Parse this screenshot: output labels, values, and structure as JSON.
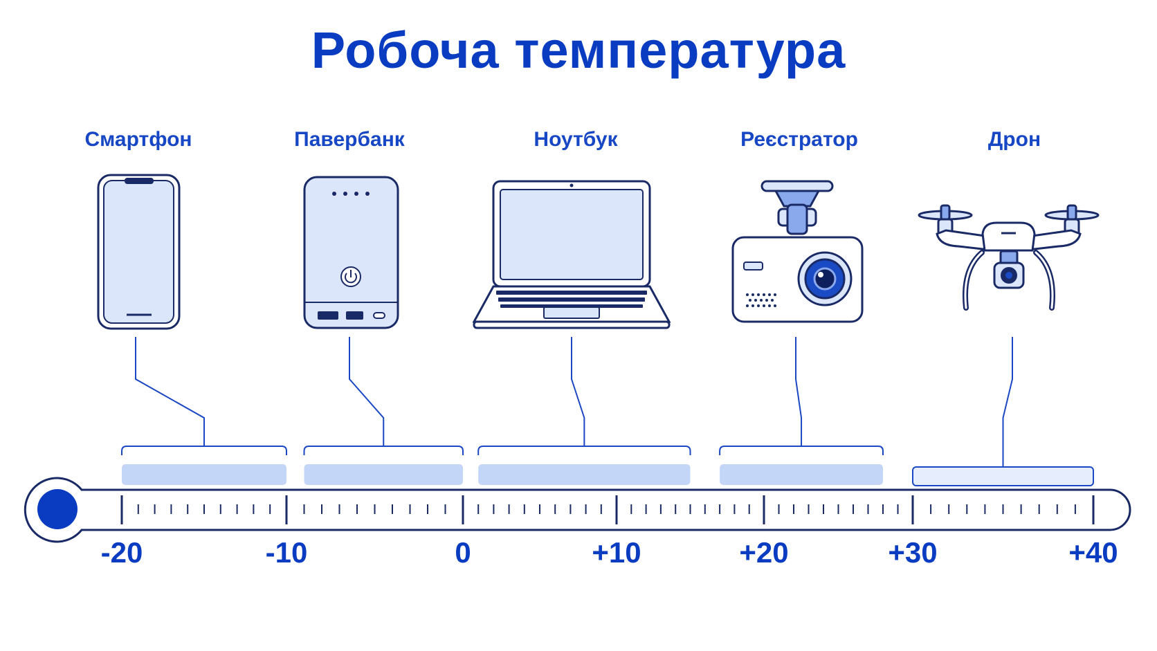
{
  "title": "Робоча температура",
  "colors": {
    "primary": "#0a3cc2",
    "outline": "#1a2a66",
    "fill": "#dbe6fb",
    "band": "#c4d6f8",
    "band_light": "#e6eefd"
  },
  "scale": {
    "min": -20,
    "max": 40,
    "major_step": 10,
    "ticks": [
      {
        "value": -20,
        "label": "-20"
      },
      {
        "value": -10,
        "label": "-10"
      },
      {
        "value": 0,
        "label": "0"
      },
      {
        "value": 10,
        "label": "+10"
      },
      {
        "value": 20,
        "label": "+20"
      },
      {
        "value": 30,
        "label": "+30"
      },
      {
        "value": 40,
        "label": "+40"
      }
    ]
  },
  "devices": [
    {
      "id": "smartphone",
      "label": "Смартфон",
      "icon": "smartphone-icon",
      "range": [
        -20,
        -10
      ]
    },
    {
      "id": "powerbank",
      "label": "Павербанк",
      "icon": "powerbank-icon",
      "range": [
        -9,
        0
      ]
    },
    {
      "id": "laptop",
      "label": "Ноутбук",
      "icon": "laptop-icon",
      "range": [
        1,
        15
      ]
    },
    {
      "id": "dashcam",
      "label": "Реєстратор",
      "icon": "dashcam-icon",
      "range": [
        17,
        28
      ]
    },
    {
      "id": "drone",
      "label": "Дрон",
      "icon": "drone-icon",
      "range": [
        30,
        40
      ]
    }
  ]
}
